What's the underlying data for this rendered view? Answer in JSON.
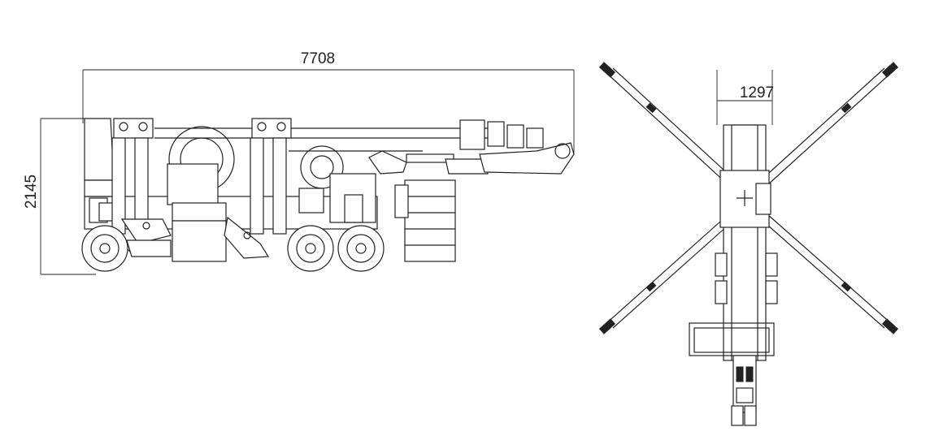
{
  "dimensions": {
    "overall_length": "7708",
    "overall_height": "2145",
    "track_width": "1297"
  }
}
